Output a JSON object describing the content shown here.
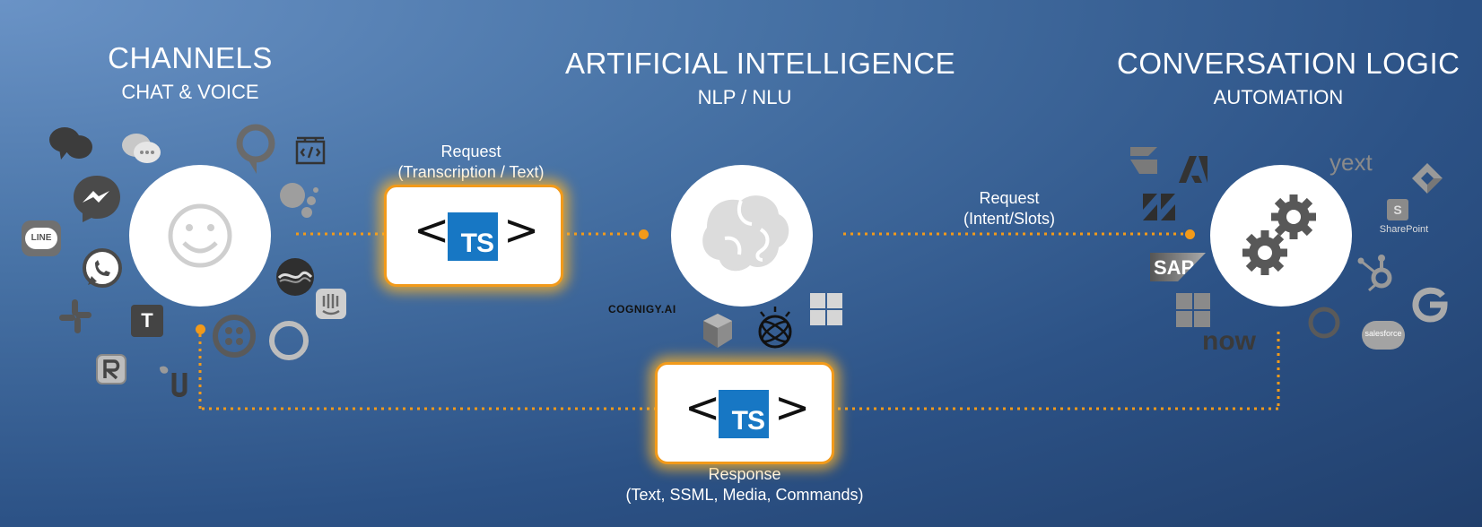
{
  "headers": {
    "channels": {
      "title": "CHANNELS",
      "subtitle": "CHAT & VOICE"
    },
    "ai": {
      "title": "ARTIFICIAL INTELLIGENCE",
      "subtitle": "NLP / NLU"
    },
    "logic": {
      "title": "CONVERSATION LOGIC",
      "subtitle": "AUTOMATION"
    }
  },
  "flows": {
    "request_text": {
      "line1": "Request",
      "line2": "(Transcription / Text)"
    },
    "request_intent": {
      "line1": "Request",
      "line2": "(Intent/Slots)"
    },
    "response": {
      "line1": "Response",
      "line2": "(Text, SSML, Media, Commands)"
    }
  },
  "ts_logo": {
    "text": "TS",
    "color": "#1777c4"
  },
  "brands": {
    "line": "LINE",
    "cognigy": "COGNIGY.AI",
    "yext": "yext",
    "sharepoint": "SharePoint",
    "sap": "SAP",
    "now": "now",
    "salesforce": "salesforce"
  },
  "colors": {
    "accent": "#f29a1a",
    "icon_gray": "#5b5b5b"
  },
  "icons": [
    "smiley-face-icon",
    "brain-icon",
    "gears-icon",
    "messenger-icon",
    "whatsapp-icon",
    "slack-icon",
    "teams-icon",
    "twilio-icon",
    "alexa-icon",
    "siri-icon",
    "intercom-icon",
    "zendesk-icon",
    "hubspot-icon",
    "windows-icon",
    "ibm-watson-icon",
    "google-icon"
  ]
}
